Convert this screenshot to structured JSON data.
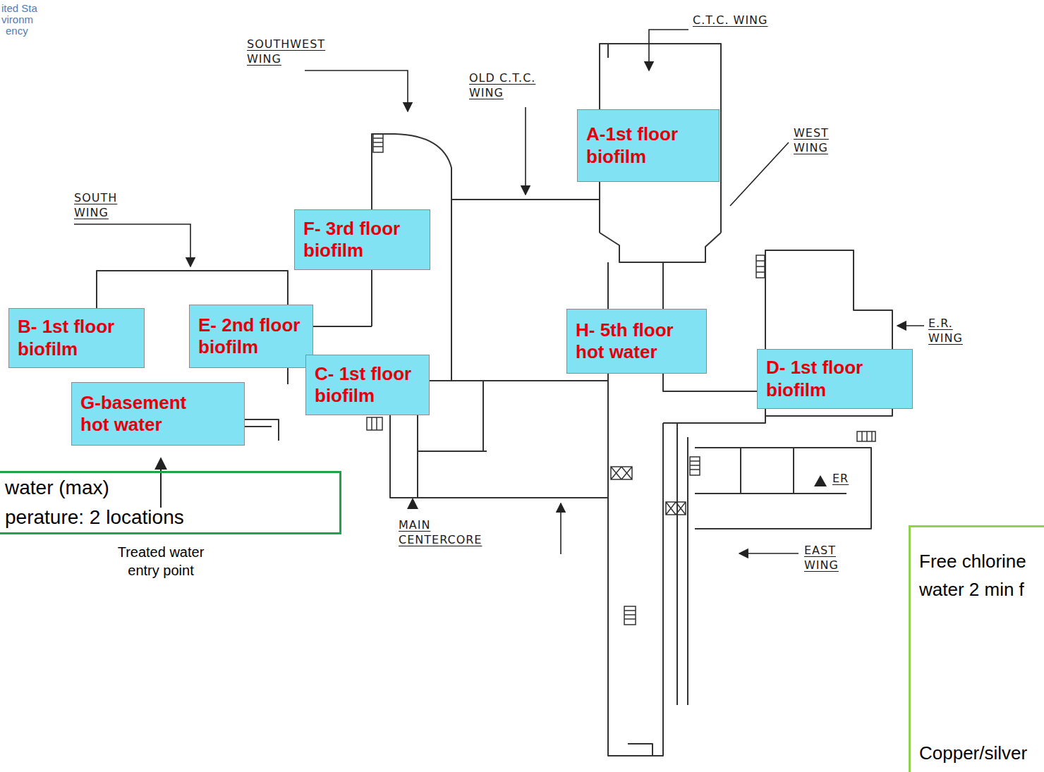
{
  "diagram": {
    "nodes": [
      {
        "text": [
          "A-1st floor biofilm"
        ]
      },
      {
        "text": [
          "F- 3rd floor biofilm"
        ]
      },
      {
        "text": [
          "B- 1st floor biofilm"
        ]
      },
      {
        "text": [
          "E- 2nd floor biofilm"
        ]
      },
      {
        "text": [
          "H- 5th floor hot water"
        ]
      },
      {
        "text": [
          "D- 1st floor biofilm"
        ]
      },
      {
        "text": [
          "C- 1st floor biofilm"
        ]
      },
      {
        "text": [
          "G-basement hot water"
        ]
      },
      {
        "text": [
          "water (max)",
          "perature: 2 locations"
        ]
      },
      {
        "text": [
          "Free chlorine water 2 min f",
          "Copper/silver"
        ]
      }
    ],
    "labels": [
      "ited Sta",
      "vironm",
      "ency",
      "SOUTHWEST WING",
      "OLD C.T.C. WING",
      "C.T.C. WING",
      "WEST WING",
      "SOUTH WING",
      "E.R. WING",
      "MAIN CENTERCORE",
      "ER",
      "EAST WING",
      "Treated water entry point"
    ]
  }
}
